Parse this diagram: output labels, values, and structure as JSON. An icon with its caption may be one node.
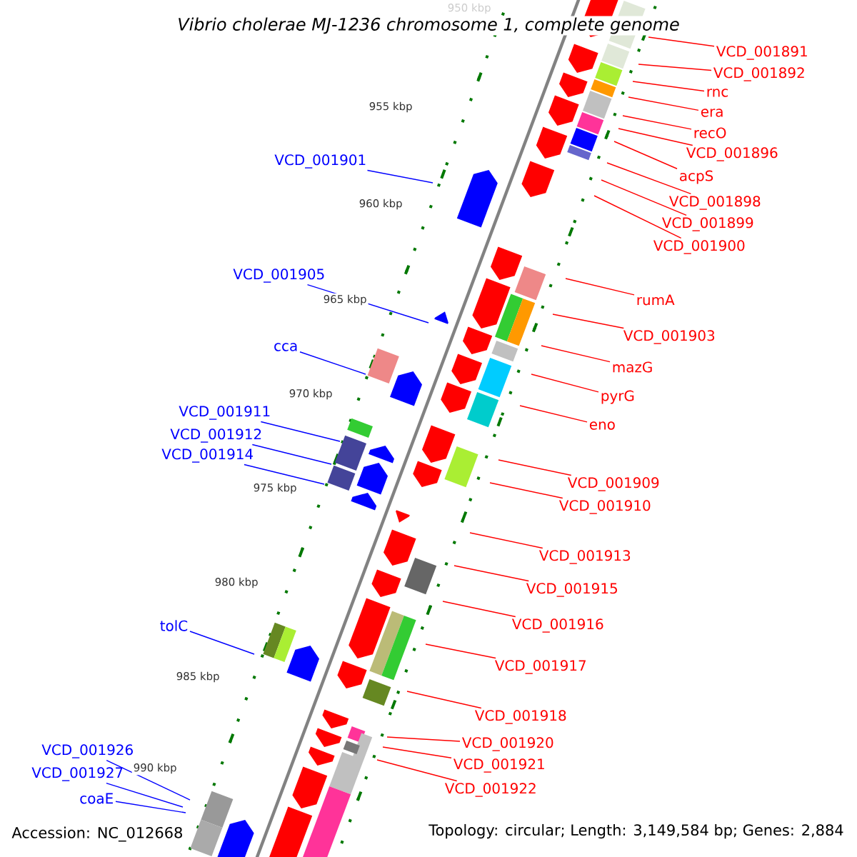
{
  "diagram": {
    "title": "Vibrio cholerae MJ-1236 chromosome 1, complete genome",
    "nodes": [
      {
        "text": [
          "VCD_001891"
        ]
      },
      {
        "text": [
          "VCD_001892"
        ]
      },
      {
        "text": [
          "rnc"
        ]
      },
      {
        "text": [
          "era"
        ]
      },
      {
        "text": [
          "recO"
        ]
      },
      {
        "text": [
          "VCD_001896"
        ]
      },
      {
        "text": [
          "acpS"
        ]
      },
      {
        "text": [
          "VCD_001898"
        ]
      },
      {
        "text": [
          "VCD_001899"
        ]
      },
      {
        "text": [
          "VCD_001900"
        ]
      },
      {
        "text": [
          "VCD_001901"
        ]
      },
      {
        "text": [
          "VCD_001905"
        ]
      },
      {
        "text": [
          "rumA"
        ]
      },
      {
        "text": [
          "VCD_001903"
        ]
      },
      {
        "text": [
          "mazG"
        ]
      },
      {
        "text": [
          "cca"
        ]
      },
      {
        "text": [
          "pyrG"
        ]
      },
      {
        "text": [
          "eno"
        ]
      },
      {
        "text": [
          "VCD_001911"
        ]
      },
      {
        "text": [
          "VCD_001912"
        ]
      },
      {
        "text": [
          "VCD_001914"
        ]
      },
      {
        "text": [
          "VCD_001909"
        ]
      },
      {
        "text": [
          "VCD_001910"
        ]
      },
      {
        "text": [
          "VCD_001913"
        ]
      },
      {
        "text": [
          "VCD_001915"
        ]
      },
      {
        "text": [
          "VCD_001916"
        ]
      },
      {
        "text": [
          "tolC"
        ]
      },
      {
        "text": [
          "VCD_001917"
        ]
      },
      {
        "text": [
          "VCD_001918"
        ]
      },
      {
        "text": [
          "VCD_001920"
        ]
      },
      {
        "text": [
          "VCD_001921"
        ]
      },
      {
        "text": [
          "VCD_001926"
        ]
      },
      {
        "text": [
          "VCD_001922"
        ]
      },
      {
        "text": [
          "VCD_001927"
        ]
      },
      {
        "text": [
          "coaE"
        ]
      }
    ],
    "edges": [
      {
        "from": 0,
        "to": null,
        "arrow": "none"
      },
      {
        "from": 1,
        "to": null,
        "arrow": "none"
      },
      {
        "from": 2,
        "to": null,
        "arrow": "none"
      },
      {
        "from": 3,
        "to": null,
        "arrow": "none"
      },
      {
        "from": 4,
        "to": null,
        "arrow": "none"
      },
      {
        "from": 5,
        "to": null,
        "arrow": "none"
      },
      {
        "from": 6,
        "to": null,
        "arrow": "none"
      },
      {
        "from": 7,
        "to": null,
        "arrow": "none"
      },
      {
        "from": 8,
        "to": null,
        "arrow": "none"
      },
      {
        "from": 9,
        "to": null,
        "arrow": "none"
      },
      {
        "from": 10,
        "to": null,
        "arrow": "none",
        "color": "#0000ff"
      },
      {
        "from": 11,
        "to": null,
        "arrow": "none",
        "color": "#0000ff"
      },
      {
        "from": 12,
        "to": null,
        "arrow": "none"
      },
      {
        "from": 13,
        "to": null,
        "arrow": "none"
      },
      {
        "from": 14,
        "to": null,
        "arrow": "none"
      },
      {
        "from": 15,
        "to": null,
        "arrow": "none",
        "color": "#0000ff"
      },
      {
        "from": 16,
        "to": null,
        "arrow": "none"
      },
      {
        "from": 17,
        "to": null,
        "arrow": "none"
      },
      {
        "from": 18,
        "to": null,
        "arrow": "none",
        "color": "#0000ff"
      },
      {
        "from": 19,
        "to": null,
        "arrow": "none",
        "color": "#0000ff"
      },
      {
        "from": 20,
        "to": null,
        "arrow": "none",
        "color": "#0000ff"
      },
      {
        "from": 21,
        "to": null,
        "arrow": "none"
      },
      {
        "from": 22,
        "to": null,
        "arrow": "none"
      },
      {
        "from": 23,
        "to": null,
        "arrow": "none"
      },
      {
        "from": 24,
        "to": null,
        "arrow": "none"
      },
      {
        "from": 25,
        "to": null,
        "arrow": "none"
      },
      {
        "from": 26,
        "to": null,
        "arrow": "none",
        "color": "#0000ff"
      },
      {
        "from": 27,
        "to": null,
        "arrow": "none"
      },
      {
        "from": 28,
        "to": null,
        "arrow": "none"
      },
      {
        "from": 29,
        "to": null,
        "arrow": "none"
      },
      {
        "from": 30,
        "to": null,
        "arrow": "none"
      },
      {
        "from": 31,
        "to": null,
        "arrow": "none",
        "color": "#0000ff"
      },
      {
        "from": 32,
        "to": null,
        "arrow": "none"
      },
      {
        "from": 33,
        "to": null,
        "arrow": "none",
        "color": "#0000ff"
      },
      {
        "from": 34,
        "to": null,
        "arrow": "none",
        "color": "#0000ff"
      }
    ],
    "labels": [
      "950 kbp",
      "955 kbp",
      "960 kbp",
      "965 kbp",
      "970 kbp",
      "975 kbp",
      "980 kbp",
      "985 kbp",
      "990 kbp",
      "Accession: NC_012668",
      "Topology: circular; Length: 3,149,584 bp; Genes: 2,884"
    ]
  }
}
